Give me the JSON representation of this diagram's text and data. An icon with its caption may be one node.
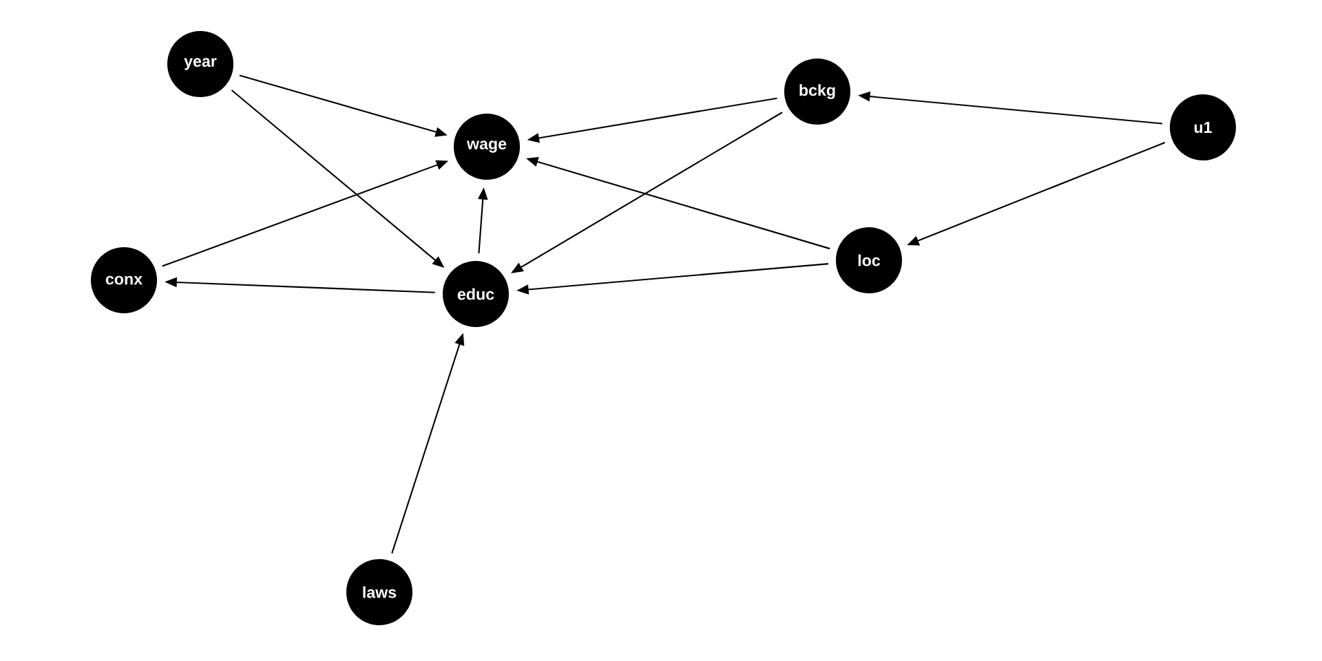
{
  "diagram": {
    "nodes": [
      {
        "text": [
          "year"
        ]
      },
      {
        "text": [
          "wage"
        ]
      },
      {
        "text": [
          "bckg"
        ]
      },
      {
        "text": [
          "u1"
        ]
      },
      {
        "text": [
          "conx"
        ]
      },
      {
        "text": [
          "educ"
        ]
      },
      {
        "text": [
          "loc"
        ]
      },
      {
        "text": [
          "laws"
        ]
      }
    ],
    "edges": [
      {
        "from": 0,
        "to": 1,
        "arrow": "to"
      },
      {
        "from": 0,
        "to": 5,
        "arrow": "to"
      },
      {
        "from": 2,
        "to": 1,
        "arrow": "to"
      },
      {
        "from": 2,
        "to": 5,
        "arrow": "to"
      },
      {
        "from": 3,
        "to": 2,
        "arrow": "to"
      },
      {
        "from": 3,
        "to": 6,
        "arrow": "to"
      },
      {
        "from": 4,
        "to": 1,
        "arrow": "to"
      },
      {
        "from": 5,
        "to": 1,
        "arrow": "to"
      },
      {
        "from": 5,
        "to": 4,
        "arrow": "to"
      },
      {
        "from": 6,
        "to": 1,
        "arrow": "to"
      },
      {
        "from": 6,
        "to": 5,
        "arrow": "to"
      },
      {
        "from": 7,
        "to": 5,
        "arrow": "to"
      }
    ]
  }
}
